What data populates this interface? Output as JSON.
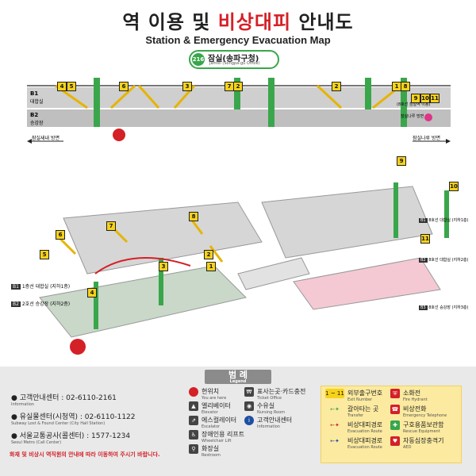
{
  "header": {
    "title_part1": "역 이용 및 ",
    "title_red": "비상대피",
    "title_part3": " 안내도",
    "subtitle": "Station & Emergency Evacuation Map"
  },
  "station": {
    "line_number": "216",
    "name": "잠실(송파구청)",
    "name_sub": "Jamsil (Songpa-gu Office)",
    "line_color": "#3aa64b"
  },
  "section_map": {
    "b1_label": "B1",
    "b1_name": "대합실",
    "b2_label": "B2",
    "b2_name": "승강장",
    "left_direction": "잠실새내 방면",
    "right_direction": "잠실나루 방면",
    "right_note1": "(8호선 잠실역 이용)",
    "right_note2": "잠실나루 방면"
  },
  "exits_top": [
    "4",
    "5",
    "6",
    "3",
    "7",
    "2",
    "2",
    "1",
    "8",
    "9",
    "10",
    "11"
  ],
  "exits_3d": [
    "9",
    "10",
    "7",
    "8",
    "6",
    "5",
    "4",
    "3",
    "2",
    "1",
    "11"
  ],
  "floor_labels_left": [
    {
      "code": "B1",
      "text": "1층선 대합실 (지하1층)"
    },
    {
      "code": "B2",
      "text": "2호선 승강장 (지하2층)"
    }
  ],
  "floor_labels_right": [
    {
      "code": "B1",
      "text": "8호선 대합실 (지하1층)"
    },
    {
      "code": "B2",
      "text": "8호선 대합실 (지하2층)"
    },
    {
      "code": "B3",
      "text": "8호선 승강장 (지하3층)"
    }
  ],
  "legend": {
    "heading": "범 례",
    "heading_sub": "Legend",
    "contacts": [
      {
        "label": "고객안내센터 : 02-6110-2161",
        "sub": "Information"
      },
      {
        "label": "유실물센터(시청역) : 02-6110-1122",
        "sub": "Subway Lost & Found Center (City Hall Station)"
      },
      {
        "label": "서울교통공사(콜센터) : 1577-1234",
        "sub": "Seoul Metro (Call Center)"
      }
    ],
    "items_mid": [
      {
        "icon": "you-are-here-icon",
        "label": "현위치",
        "sub": "You are here"
      },
      {
        "icon": "elevator-icon",
        "label": "엘리베이터",
        "sub": "Elevator"
      },
      {
        "icon": "escalator-icon",
        "label": "에스컬레이터",
        "sub": "Escalator"
      },
      {
        "icon": "wheelchair-lift-icon",
        "label": "장애인용 리프트",
        "sub": "Wheelchair Lift"
      },
      {
        "icon": "restroom-icon",
        "label": "화장실",
        "sub": "Restroom"
      }
    ],
    "items_mid2": [
      {
        "icon": "ticket-icon",
        "label": "표사는곳·카드충전",
        "sub": "Ticket Office"
      },
      {
        "icon": "nursing-room-icon",
        "label": "수유실",
        "sub": "Nursing Room"
      },
      {
        "icon": "info-center-icon",
        "label": "고객안내센터",
        "sub": "Information"
      }
    ],
    "items_right_left": [
      {
        "icon": "exit-number-icon",
        "label": "외부출구번호",
        "sub": "Exit Number"
      },
      {
        "icon": "exit-route-icon",
        "label": "갈아타는 곳",
        "sub": "Transfer"
      },
      {
        "icon": "b1-route-icon",
        "label": "비상대피경로",
        "sub": "Evacuation Route"
      },
      {
        "icon": "b2-route-icon",
        "label": "비상대피경로",
        "sub": "Evacuation Route"
      }
    ],
    "items_right_right": [
      {
        "icon": "extinguisher-icon",
        "label": "소화전",
        "sub": "Fire Hydrant"
      },
      {
        "icon": "emergency-phone-icon",
        "label": "비상전화",
        "sub": "Emergency Telephone"
      },
      {
        "icon": "rescue-equipment-icon",
        "label": "구호용품보관함",
        "sub": "Rescue Equipment"
      },
      {
        "icon": "defibrillator-icon",
        "label": "자동심장충격기",
        "sub": "AED"
      }
    ],
    "exit_range": "1 ~ 11",
    "notice": "화재 및 비상시 역직원의 안내에 따라 이동하여 주시기 바랍니다."
  },
  "colors": {
    "red": "#d42027",
    "green": "#3aa64b",
    "yellow": "#f7d21a",
    "pink": "#f4c9d4",
    "gray": "#c8c8c8"
  }
}
